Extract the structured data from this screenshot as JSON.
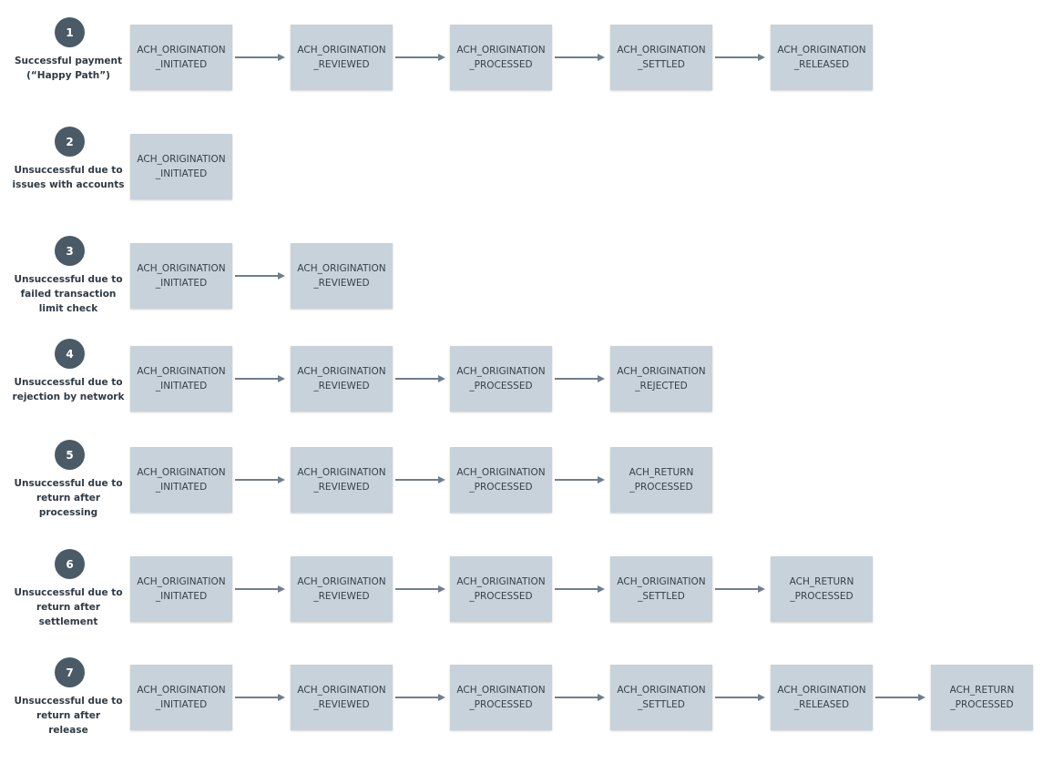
{
  "flows": [
    {
      "number": "1",
      "label_lines": [
        "Successful payment",
        "(“Happy Path”)"
      ],
      "steps": [
        [
          "ACH_ORIGINATION",
          "_INITIATED"
        ],
        [
          "ACH_ORIGINATION",
          "_REVIEWED"
        ],
        [
          "ACH_ORIGINATION",
          "_PROCESSED"
        ],
        [
          "ACH_ORIGINATION",
          "_SETTLED"
        ],
        [
          "ACH_ORIGINATION",
          "_RELEASED"
        ]
      ]
    },
    {
      "number": "2",
      "label_lines": [
        "Unsuccessful due to",
        "issues with accounts"
      ],
      "steps": [
        [
          "ACH_ORIGINATION",
          "_INITIATED"
        ]
      ]
    },
    {
      "number": "3",
      "label_lines": [
        "Unsuccessful due to",
        "failed transaction",
        "limit check"
      ],
      "steps": [
        [
          "ACH_ORIGINATION",
          "_INITIATED"
        ],
        [
          "ACH_ORIGINATION",
          "_REVIEWED"
        ]
      ]
    },
    {
      "number": "4",
      "label_lines": [
        "Unsuccessful due to",
        "rejection by network"
      ],
      "steps": [
        [
          "ACH_ORIGINATION",
          "_INITIATED"
        ],
        [
          "ACH_ORIGINATION",
          "_REVIEWED"
        ],
        [
          "ACH_ORIGINATION",
          "_PROCESSED"
        ],
        [
          "ACH_ORIGINATION",
          "_REJECTED"
        ]
      ]
    },
    {
      "number": "5",
      "label_lines": [
        "Unsuccessful due to",
        "return after",
        "processing"
      ],
      "steps": [
        [
          "ACH_ORIGINATION",
          "_INITIATED"
        ],
        [
          "ACH_ORIGINATION",
          "_REVIEWED"
        ],
        [
          "ACH_ORIGINATION",
          "_PROCESSED"
        ],
        [
          "ACH_RETURN",
          "_PROCESSED"
        ]
      ]
    },
    {
      "number": "6",
      "label_lines": [
        "Unsuccessful due to",
        "return after",
        "settlement"
      ],
      "steps": [
        [
          "ACH_ORIGINATION",
          "_INITIATED"
        ],
        [
          "ACH_ORIGINATION",
          "_REVIEWED"
        ],
        [
          "ACH_ORIGINATION",
          "_PROCESSED"
        ],
        [
          "ACH_ORIGINATION",
          "_SETTLED"
        ],
        [
          "ACH_RETURN",
          "_PROCESSED"
        ]
      ]
    },
    {
      "number": "7",
      "label_lines": [
        "Unsuccessful due to",
        "return after",
        "release"
      ],
      "steps": [
        [
          "ACH_ORIGINATION",
          "_INITIATED"
        ],
        [
          "ACH_ORIGINATION",
          "_REVIEWED"
        ],
        [
          "ACH_ORIGINATION",
          "_PROCESSED"
        ],
        [
          "ACH_ORIGINATION",
          "_SETTLED"
        ],
        [
          "ACH_ORIGINATION",
          "_RELEASED"
        ],
        [
          "ACH_RETURN",
          "_PROCESSED"
        ]
      ]
    }
  ]
}
